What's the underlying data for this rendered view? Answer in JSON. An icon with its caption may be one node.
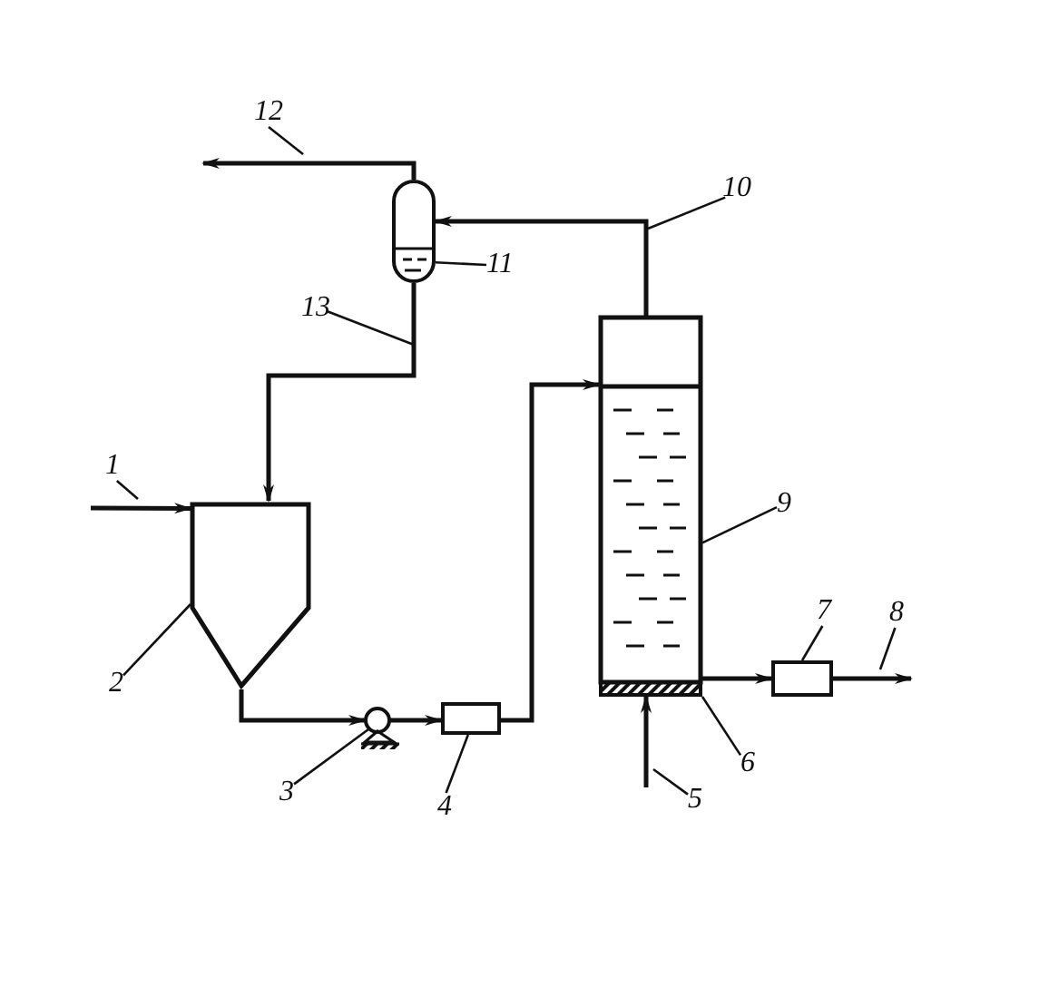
{
  "diagram": {
    "nodes": [
      {
        "text": [
          "1"
        ]
      },
      {
        "text": [
          "2"
        ]
      },
      {
        "text": [
          "3"
        ]
      },
      {
        "text": [
          "4"
        ]
      },
      {
        "text": [
          "5"
        ]
      },
      {
        "text": [
          "6"
        ]
      },
      {
        "text": [
          "7"
        ]
      },
      {
        "text": [
          "8"
        ]
      },
      {
        "text": [
          "9"
        ]
      },
      {
        "text": [
          "10"
        ]
      },
      {
        "text": [
          "11"
        ]
      },
      {
        "text": [
          "12"
        ]
      },
      {
        "text": [
          "13"
        ]
      },
      {
        "text": [],
        "shape": "hopper"
      },
      {
        "text": [],
        "shape": "pump"
      },
      {
        "text": [],
        "shape": "box"
      },
      {
        "text": [],
        "shape": "column"
      },
      {
        "text": [],
        "shape": "grid"
      },
      {
        "text": [],
        "shape": "box"
      },
      {
        "text": [],
        "shape": "separator"
      }
    ],
    "edges": [
      {
        "from": 0,
        "to": 13,
        "arrow": "to"
      },
      {
        "from": 13,
        "to": 14,
        "arrow": "to"
      },
      {
        "from": 14,
        "to": 15,
        "arrow": "to"
      },
      {
        "from": 15,
        "to": 16,
        "arrow": "to"
      },
      {
        "from": null,
        "to": 17,
        "arrow": "to"
      },
      {
        "from": 16,
        "to": 18,
        "arrow": "to"
      },
      {
        "from": 18,
        "to": 7,
        "arrow": "to"
      },
      {
        "from": 16,
        "to": 19,
        "arrow": "to"
      },
      {
        "from": 19,
        "to": 11,
        "arrow": "to"
      },
      {
        "from": 19,
        "to": 13,
        "arrow": "to"
      },
      {
        "from": 0,
        "to": null,
        "arrow": "none"
      },
      {
        "from": 1,
        "to": 13,
        "arrow": "none"
      },
      {
        "from": 2,
        "to": 14,
        "arrow": "none"
      },
      {
        "from": 3,
        "to": 15,
        "arrow": "none"
      },
      {
        "from": 4,
        "to": null,
        "arrow": "none"
      },
      {
        "from": 5,
        "to": 17,
        "arrow": "none"
      },
      {
        "from": 6,
        "to": 18,
        "arrow": "none"
      },
      {
        "from": 7,
        "to": null,
        "arrow": "none"
      },
      {
        "from": 8,
        "to": 16,
        "arrow": "none"
      },
      {
        "from": 9,
        "to": null,
        "arrow": "none"
      },
      {
        "from": 10,
        "to": 19,
        "arrow": "none"
      },
      {
        "from": 11,
        "to": null,
        "arrow": "none"
      },
      {
        "from": 12,
        "to": null,
        "arrow": "none"
      }
    ]
  }
}
